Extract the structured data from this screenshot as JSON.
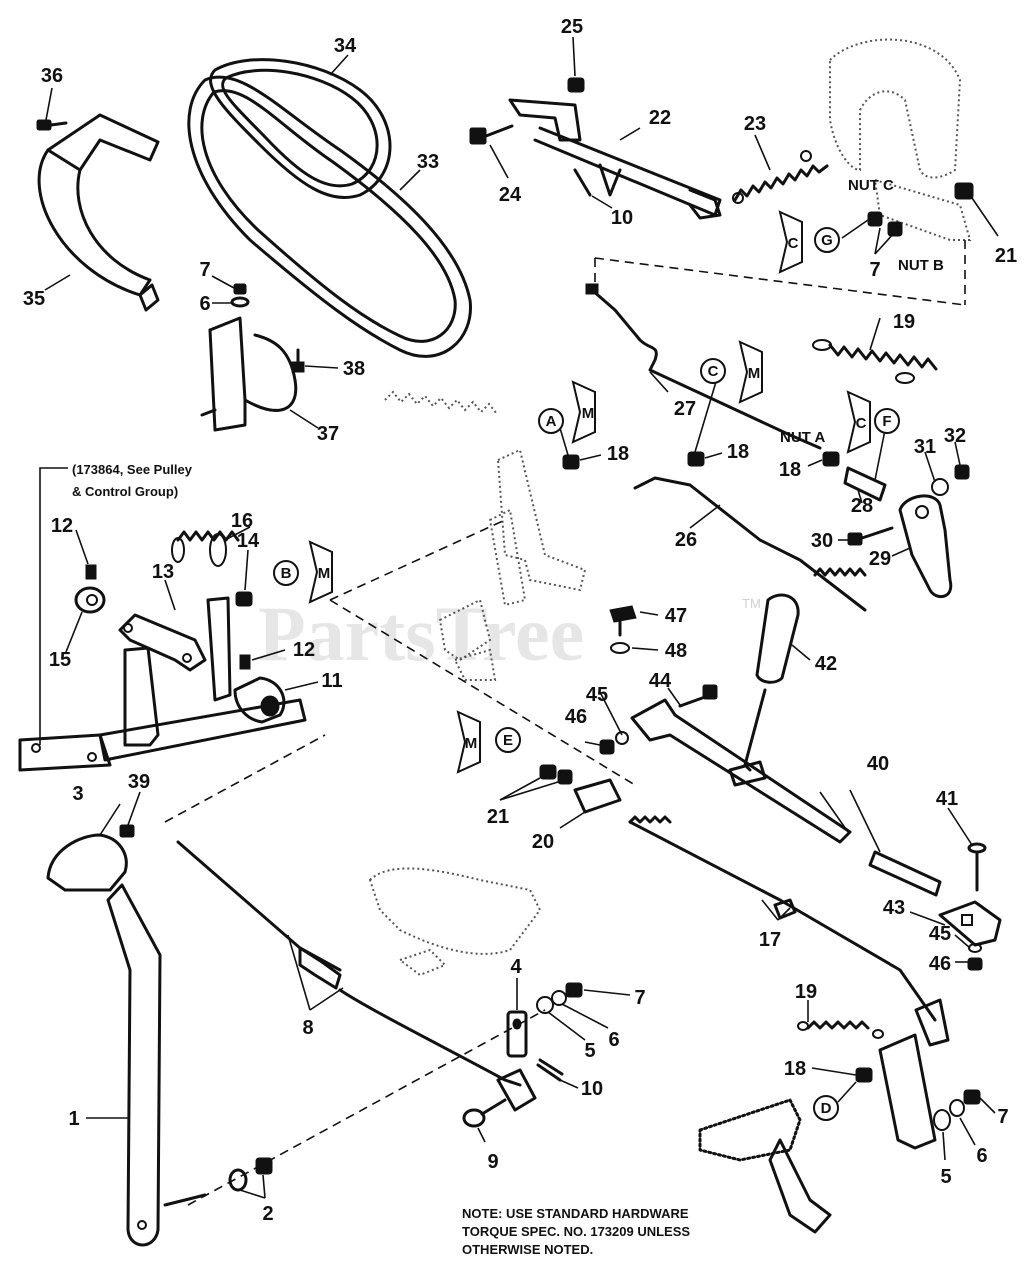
{
  "watermark": {
    "text": "PartsTree",
    "tm": "TM"
  },
  "callout_text": "(173864, See Pulley & Control Group)",
  "nut_labels": {
    "nut_a": "NUT A",
    "nut_b": "NUT B",
    "nut_c": "NUT C"
  },
  "note": {
    "line1": "NOTE: USE STANDARD HARDWARE",
    "line2": "TORQUE SPEC. NO. 173209 UNLESS",
    "line3": "OTHERWISE NOTED."
  },
  "part_numbers": [
    "1",
    "2",
    "3",
    "4",
    "5",
    "6",
    "7",
    "8",
    "9",
    "10",
    "11",
    "12",
    "13",
    "14",
    "15",
    "16",
    "17",
    "18",
    "19",
    "20",
    "21",
    "22",
    "23",
    "24",
    "25",
    "26",
    "27",
    "28",
    "29",
    "30",
    "31",
    "32",
    "33",
    "34",
    "35",
    "36",
    "37",
    "38",
    "39",
    "40",
    "41",
    "42",
    "43",
    "44",
    "45",
    "46",
    "47",
    "48"
  ],
  "reference_letters": [
    "A",
    "B",
    "C",
    "D",
    "E",
    "F",
    "G"
  ],
  "flag_letters": [
    "M",
    "C"
  ]
}
